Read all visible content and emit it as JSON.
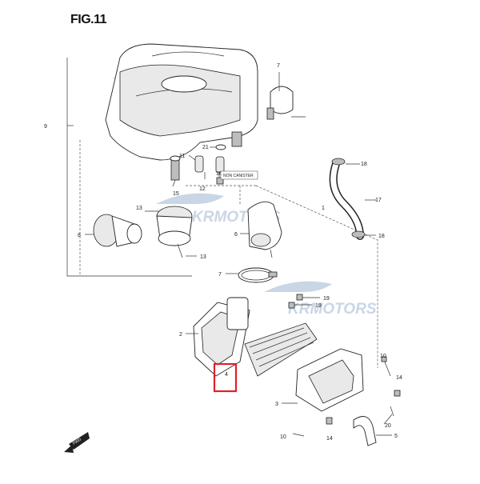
{
  "figure": {
    "title": "FIG.11",
    "watermark_text": "KRMOTORS",
    "fwd_label": "FWD",
    "canister_note": "NON CANISTER",
    "highlight_color": "#e0202a",
    "watermark_color": "#c9d6e6"
  },
  "callouts": {
    "c1": "1",
    "c2": "2",
    "c3": "3",
    "c4": "4",
    "c5": "5",
    "c6": "6",
    "c7a": "7",
    "c7b": "7",
    "c8a": "8",
    "c8b": "8",
    "c9": "9",
    "c10a": "10",
    "c10b": "10",
    "c11": "11",
    "c12": "12",
    "c13a": "13",
    "c13b": "13",
    "c14a": "14",
    "c14b": "14",
    "c15": "15",
    "c16": "16",
    "c17": "17",
    "c18a": "18",
    "c18b": "18",
    "c19a": "19",
    "c19b": "19",
    "c20": "20",
    "c21": "21"
  }
}
